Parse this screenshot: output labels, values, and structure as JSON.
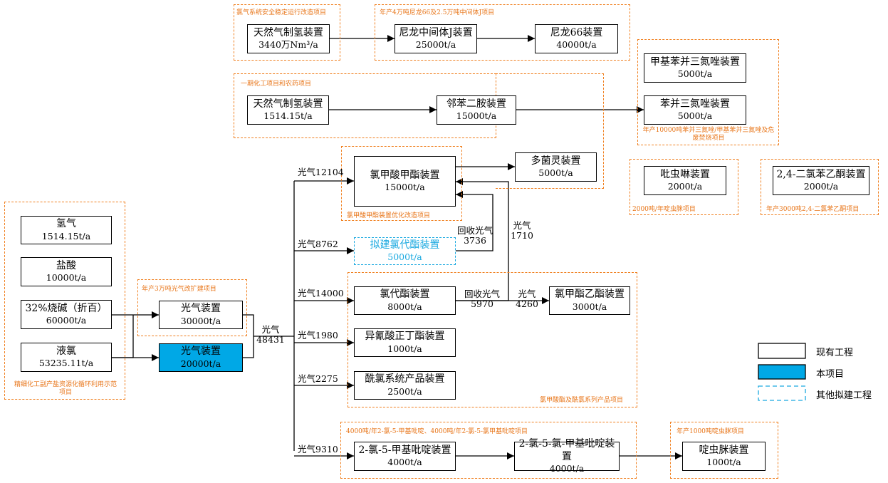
{
  "units": {
    "ng_h2_a": {
      "name": "天然气制氢装置",
      "cap": "3440万Nm³/a"
    },
    "nylon_mid": {
      "name": "尼龙中间体J装置",
      "cap": "25000t/a"
    },
    "nylon66": {
      "name": "尼龙66装置",
      "cap": "40000t/a"
    },
    "mbta": {
      "name": "甲基苯并三氮唑装置",
      "cap": "5000t/a"
    },
    "ng_h2_b": {
      "name": "天然气制氢装置",
      "cap": "1514.15t/a"
    },
    "opd": {
      "name": "邻苯二胺装置",
      "cap": "15000t/a"
    },
    "bta": {
      "name": "苯并三氮唑装置",
      "cap": "5000t/a"
    },
    "carbendazim": {
      "name": "多菌灵装置",
      "cap": "5000t/a"
    },
    "mcf": {
      "name": "氯甲酸甲酯装置",
      "cap": "15000t/a"
    },
    "imidacloprid": {
      "name": "吡虫啉装置",
      "cap": "2000t/a"
    },
    "dcap": {
      "name": "2,4-二氯苯乙酮装置",
      "cap": "2000t/a"
    },
    "h2": {
      "name": "氢气",
      "cap": "1514.15t/a"
    },
    "hcl": {
      "name": "盐酸",
      "cap": "10000t/a"
    },
    "planned_ester": {
      "name": "拟建氯代酯装置",
      "cap": "5000t/a"
    },
    "naoh": {
      "name": "32%烧碱（折百）",
      "cap": "60000t/a"
    },
    "phosgene_ex": {
      "name": "光气装置",
      "cap": "30000t/a"
    },
    "cl2": {
      "name": "液氯",
      "cap": "53235.11t/a"
    },
    "phosgene_this": {
      "name": "光气装置",
      "cap": "20000t/a"
    },
    "chloro_ester": {
      "name": "氯代酯装置",
      "cap": "8000t/a"
    },
    "mce": {
      "name": "氯甲酯乙酯装置",
      "cap": "3000t/a"
    },
    "isocyanate": {
      "name": "异氰酸正丁酯装置",
      "cap": "1000t/a"
    },
    "acyl": {
      "name": "酰氯系统产品装置",
      "cap": "2500t/a"
    },
    "ccmp_a": {
      "name": "2-氯-5-甲基吡啶装置",
      "cap": "4000t/a"
    },
    "ccmp_b": {
      "name": "2-氯-5-氯-甲基吡啶装置",
      "cap": "4000t/a"
    },
    "nitenpyram": {
      "name": "啶虫脒装置",
      "cap": "1000t/a"
    }
  },
  "groups": {
    "g1": "氯气系统安全稳定运行改造项目",
    "g2": "年产4万吨尼龙66及2.5万吨中间体J项目",
    "g3": "一期化工项目和农药项目",
    "g4": "年产10000吨苯并三氮唑/甲基苯并三氮唑及危废焚烧项目",
    "g5": "氯甲酸甲酯装置优化改造项目",
    "g6": "2000吨/年啶虫脒项目",
    "g7": "年产3000吨2,4-二氯苯乙酮项目",
    "g8": "年产3万吨光气改扩建项目",
    "g9": "精细化工副产盐资源化循环利用示范项目",
    "g10": "氯甲酸酯及酰氯系列产品项目",
    "g11": "4000吨/年2-氯-5-甲基吡啶、4000吨/年2-氯-5-氯甲基吡啶项目",
    "g12": "年产1000吨啶虫脒项目"
  },
  "flows": {
    "total": "光气\n48431",
    "f1": "光气12104",
    "f2": "光气8762",
    "f3": "光气14000",
    "f4": "光气1980",
    "f5": "光气2275",
    "f6": "光气9310",
    "recover1": "回收光气\n3736",
    "phosgene1710": "光气\n1710",
    "recover2": "回收光气\n5970",
    "phosgene4260": "光气\n4260"
  },
  "legend": {
    "existing": "现有工程",
    "this": "本项目",
    "planned": "其他拟建工程"
  },
  "colors": {
    "group_border": "#f07f1e",
    "group_label": "#e8761a",
    "this_project_fill": "#00a8e6",
    "planned_border": "#1aa9e0"
  }
}
